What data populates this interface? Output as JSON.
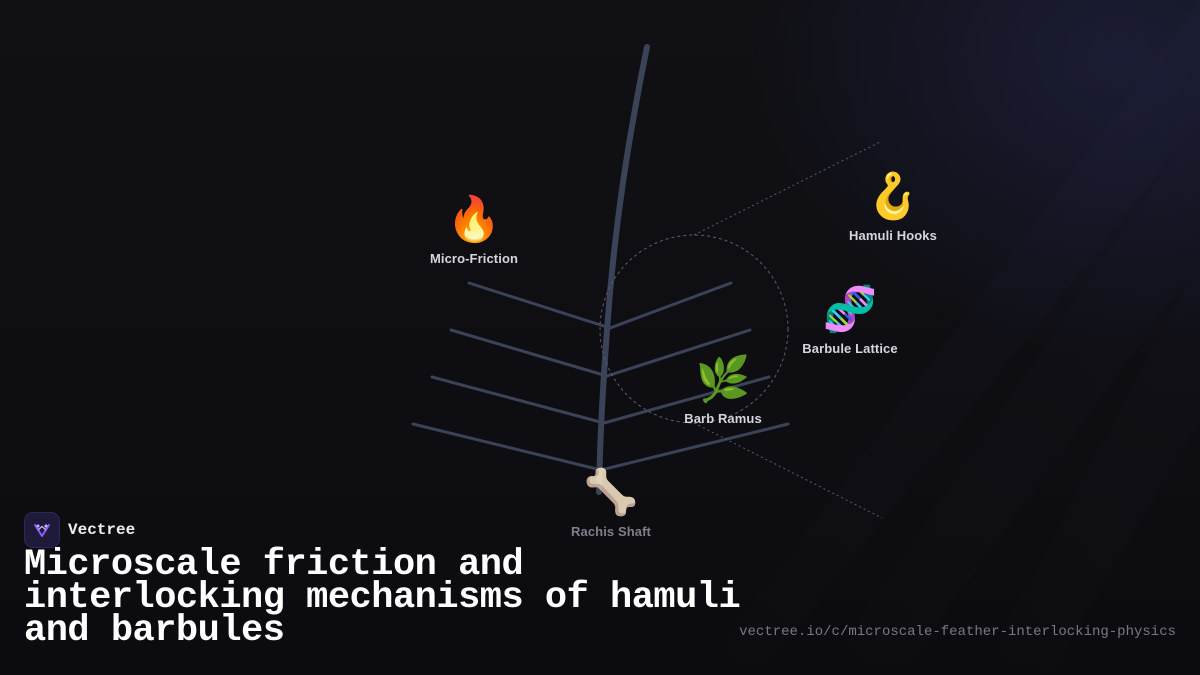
{
  "brand": {
    "name": "Vectree",
    "accent": "#8b5cf6"
  },
  "title": "Microscale friction and interlocking mechanisms of hamuli and barbules",
  "url": "vectree.io/c/microscale-feather-interlocking-physics",
  "colors": {
    "background": "#0e0e12",
    "feather_stroke": "#3a4357",
    "label": "#d4d6de",
    "label_dim": "#7d8089"
  },
  "nodes": [
    {
      "id": "micro-friction",
      "emoji": "🔥",
      "label": "Micro-Friction",
      "icon": "fire-icon"
    },
    {
      "id": "hamuli-hooks",
      "emoji": "🪝",
      "label": "Hamuli Hooks",
      "icon": "hook-icon"
    },
    {
      "id": "barbule-lattice",
      "emoji": "🧬",
      "label": "Barbule Lattice",
      "icon": "dna-icon"
    },
    {
      "id": "barb-ramus",
      "emoji": "🌿",
      "label": "Barb Ramus",
      "icon": "herb-icon"
    },
    {
      "id": "rachis-shaft",
      "emoji": "🦴",
      "label": "Rachis Shaft",
      "icon": "bone-icon"
    }
  ]
}
